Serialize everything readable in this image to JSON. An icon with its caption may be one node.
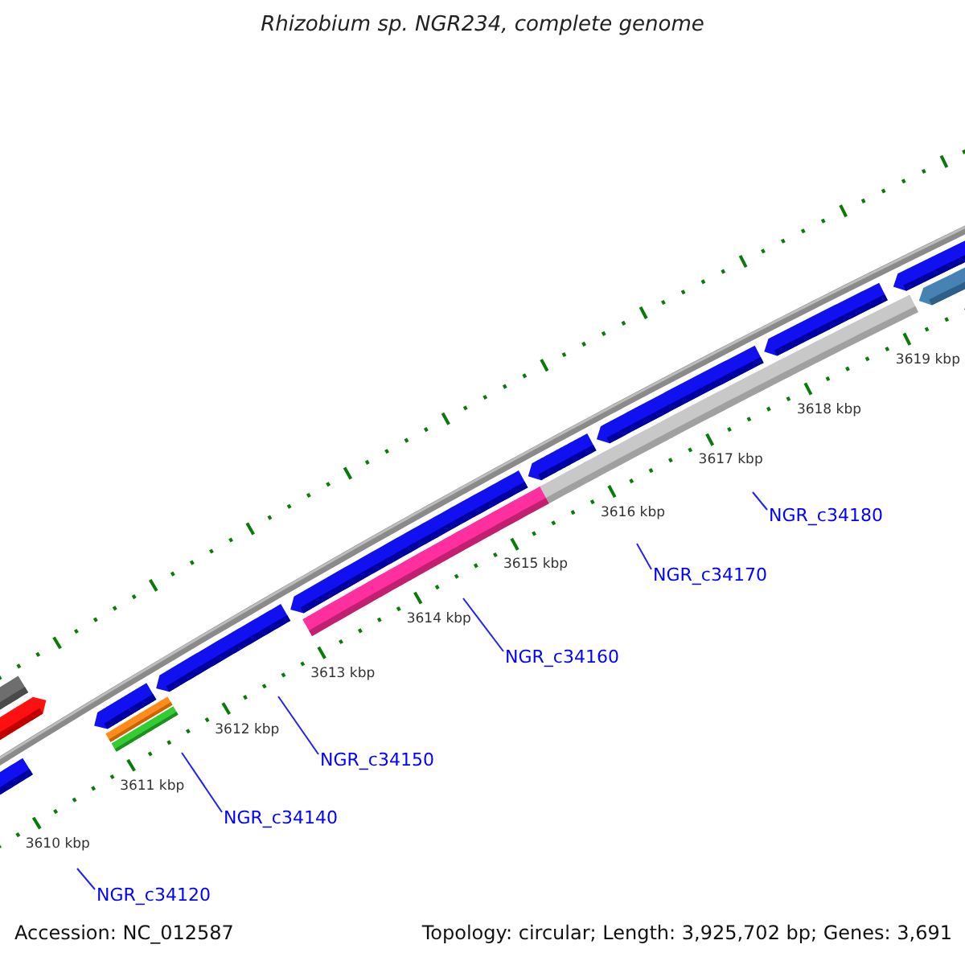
{
  "diagram": {
    "title": "Rhizobium sp. NGR234, complete genome",
    "nodes": [
      {
        "text": [
          "NGR_c34120"
        ]
      },
      {
        "text": [
          "NGR_c34140"
        ]
      },
      {
        "text": [
          "NGR_c34150"
        ]
      },
      {
        "text": [
          "NGR_c34160"
        ]
      },
      {
        "text": [
          "NGR_c34170"
        ]
      },
      {
        "text": [
          "NGR_c34180"
        ]
      }
    ],
    "edges": [
      {
        "from": 0,
        "to": null,
        "arrow": "none"
      },
      {
        "from": 1,
        "to": null,
        "arrow": "none"
      },
      {
        "from": 2,
        "to": null,
        "arrow": "none"
      },
      {
        "from": 3,
        "to": null,
        "arrow": "none"
      },
      {
        "from": 4,
        "to": null,
        "arrow": "none"
      },
      {
        "from": 5,
        "to": null,
        "arrow": "none"
      }
    ],
    "labels": [
      "3610 kbp",
      "3611 kbp",
      "3612 kbp",
      "3613 kbp",
      "3614 kbp",
      "3615 kbp",
      "3616 kbp",
      "3617 kbp",
      "3618 kbp",
      "3619 kbp",
      "Accession: NC_012587",
      "Topology: circular; Length: 3,925,702 bp; Genes: 3,691"
    ]
  }
}
